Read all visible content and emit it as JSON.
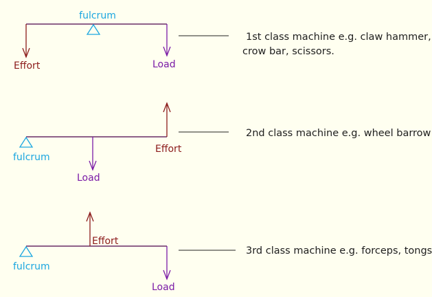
{
  "colors": {
    "background": "#fffff0",
    "lever": "#4a004a",
    "effort": "#8b1a1a",
    "load": "#7a1aa6",
    "fulcrum": "#1aa6e0",
    "text": "#202020"
  },
  "labels": {
    "fulcrum": "fulcrum",
    "effort": "Effort",
    "load": "Load"
  },
  "levers": [
    {
      "class": "1st",
      "description_lines": [
        "1st class machine e.g. claw hammer,",
        "crow bar, scissors."
      ]
    },
    {
      "class": "2nd",
      "description_lines": [
        "2nd class machine e.g. wheel barrow"
      ]
    },
    {
      "class": "3rd",
      "description_lines": [
        "3rd class machine e.g. forceps, tongs"
      ]
    }
  ]
}
